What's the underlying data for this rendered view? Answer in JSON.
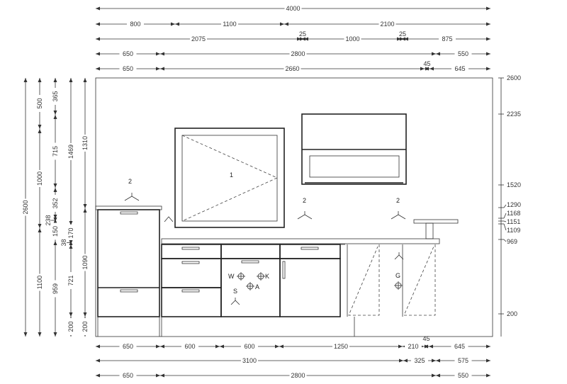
{
  "top_dimensions": {
    "row1": [
      "4000"
    ],
    "row2": [
      "800",
      "1100",
      "2100"
    ],
    "row3": [
      "2075",
      "25",
      "1000",
      "25",
      "875"
    ],
    "row4": [
      "650",
      "2800",
      "550"
    ],
    "row5": [
      "650",
      "2660",
      "45",
      "645"
    ]
  },
  "bottom_dimensions": {
    "row1": [
      "650",
      "600",
      "600",
      "1250",
      "210",
      "45",
      "645"
    ],
    "row2": [
      "3100",
      "325",
      "575"
    ],
    "row3": [
      "650",
      "2800",
      "550"
    ]
  },
  "left_dimensions": {
    "col1": [
      "2600"
    ],
    "col2": [
      "500",
      "1000",
      "1100"
    ],
    "col3": [
      "365",
      "715",
      "352",
      "238",
      "150",
      "959"
    ],
    "col4": [
      "1469",
      "170",
      "38",
      "721",
      "200"
    ],
    "col5": [
      "1310",
      "1090",
      "200"
    ]
  },
  "right_levels": [
    "2600",
    "2235",
    "1520",
    "1290",
    "1168",
    "1151",
    "1109",
    "969",
    "200"
  ],
  "labels": {
    "window_number": "1",
    "tap_counts": [
      "2",
      "2",
      "2"
    ],
    "connections": {
      "W": "W",
      "K": "K",
      "A": "A",
      "S": "S",
      "G": "G"
    }
  }
}
